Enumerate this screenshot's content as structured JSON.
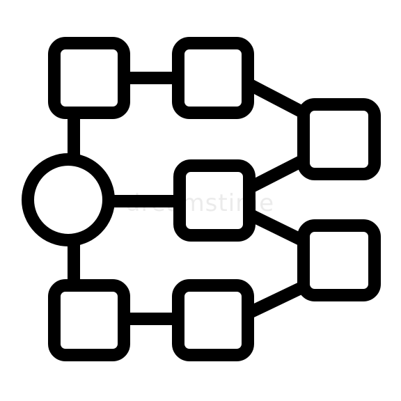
{
  "icon": {
    "name": "hierarchy-network-icon",
    "stroke_color": "#000000",
    "fill_color": "#ffffff",
    "background": "#ffffff"
  },
  "nodes": [
    {
      "id": "root",
      "shape": "circle"
    },
    {
      "id": "box-top-left",
      "shape": "rounded-square"
    },
    {
      "id": "box-top-middle",
      "shape": "rounded-square"
    },
    {
      "id": "box-center",
      "shape": "rounded-square"
    },
    {
      "id": "box-bottom-left",
      "shape": "rounded-square"
    },
    {
      "id": "box-bottom-middle",
      "shape": "rounded-square"
    },
    {
      "id": "box-right-top",
      "shape": "rounded-square"
    },
    {
      "id": "box-right-bottom",
      "shape": "rounded-square"
    }
  ],
  "edges": [
    {
      "from": "root",
      "to": "box-top-left"
    },
    {
      "from": "root",
      "to": "box-bottom-left"
    },
    {
      "from": "root",
      "to": "box-center"
    },
    {
      "from": "box-top-left",
      "to": "box-top-middle"
    },
    {
      "from": "box-bottom-left",
      "to": "box-bottom-middle"
    },
    {
      "from": "box-top-middle",
      "to": "box-right-top"
    },
    {
      "from": "box-center",
      "to": "box-right-top"
    },
    {
      "from": "box-center",
      "to": "box-right-bottom"
    },
    {
      "from": "box-bottom-middle",
      "to": "box-right-bottom"
    }
  ],
  "watermark": {
    "text": "dreamstime"
  }
}
